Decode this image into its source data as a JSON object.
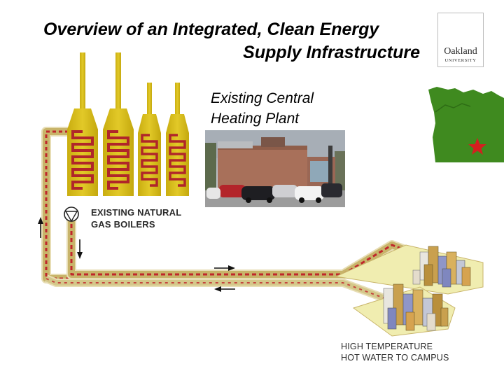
{
  "title": {
    "line1": "Overview of an Integrated, Clean Energy",
    "line2": "Supply Infrastructure"
  },
  "subtitle": {
    "line1": "Existing Central",
    "line2": "Heating Plant"
  },
  "boiler_label": {
    "line1": "EXISTING NATURAL",
    "line2": "GAS BOILERS"
  },
  "campus_label": {
    "line1": "HIGH TEMPERATURE",
    "line2": "HOT WATER TO CAMPUS"
  },
  "logo": {
    "name": "Oakland",
    "sub": "UNIVERSITY"
  },
  "colors": {
    "boiler_gold": "#d9bf18",
    "pipe_red": "#c0262b",
    "pipe_tan": "#c8b46a",
    "campus_ground": "#f0edb0",
    "michigan_green": "#3f8a1f",
    "star_red": "#d41f1f"
  },
  "icons": [
    "pump-icon",
    "flow-arrow-up-icon",
    "flow-arrow-down-icon",
    "flow-arrow-right-icon",
    "flow-arrow-left-icon",
    "star-icon"
  ]
}
